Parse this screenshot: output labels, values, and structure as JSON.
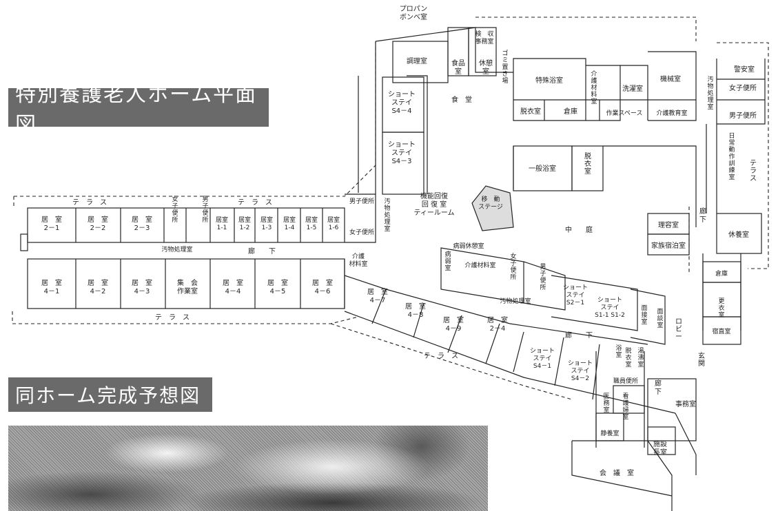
{
  "titles": {
    "plan": "特別養護老人ホーム平面図",
    "rendering": "同ホーム完成予想図"
  },
  "labels": {
    "propane": "プロパン\nボンベ室",
    "inspection": "検　収\n事務室",
    "garbage": "ゴミ置き場",
    "cooking": "調理室",
    "food": "食品\n室",
    "rest": "休憩\n室",
    "special_bath": "特殊浴室",
    "care_material_top": "介護材料室",
    "laundry": "洗濯室",
    "machine": "機械室",
    "guard": "警安室",
    "dressing_top": "脱衣室",
    "storage_top": "倉庫",
    "work_space": "作業スペース",
    "care_education": "介護教育室",
    "soiled_top": "汚物処理室",
    "women_wc_top": "女子便所",
    "men_wc_top": "男子便所",
    "dining": "食　堂",
    "short_s44": "ショート\nステイ\nS4－4",
    "short_s43": "ショート\nステイ\nS4－3",
    "daily_training": "日常動作訓練室",
    "terrace_right": "テラス",
    "general_bath": "一般浴室",
    "dressing_mid": "脱衣室",
    "terrace_top_left": "テ　ラ　ス",
    "terrace_top_mid": "テ　ラ　ス",
    "r2_1": "居　室\n2－1",
    "r2_2": "居　室\n2－2",
    "r2_3": "居　室\n2－3",
    "women_wc_left": "女子便所",
    "men_wc_left": "男子便所",
    "r1_1": "居室\n1-1",
    "r1_2": "居室\n1-2",
    "r1_3": "居室\n1-3",
    "r1_4": "居室\n1-4",
    "r1_5": "居室\n1-5",
    "r1_6": "居室\n1-6",
    "men_wc_center": "男子便所",
    "women_wc_center": "女子便所",
    "soiled_center": "汚物処理室",
    "function_recovery": "機能回復\n回 復 室\nティールーム",
    "moving_stage": "移　動\nステージ",
    "courtyard": "中　　庭",
    "barber": "理容室",
    "family_stay": "家族宿泊室",
    "corridor_right": "廊\n\n下",
    "recreation": "休養室",
    "soiled_left": "汚物処理室",
    "corridor_left": "廊　　下",
    "care_material_left": "介護\n材料室",
    "r4_1": "居　室\n4－1",
    "r4_2": "居　室\n4－2",
    "r4_3": "居　室\n4－3",
    "assembly": "集　会\n作業室",
    "r4_4": "居　室\n4－4",
    "r4_5": "居　室\n4－5",
    "r4_6": "居　室\n4－6",
    "terrace_bottom_left": "テ　ラ　ス",
    "sickroom_rest": "病弱休憩室",
    "sick": "病弱室",
    "care_material_mid": "介護材料室",
    "women_wc_mid": "女子便所",
    "men_wc_mid": "男子便所",
    "soiled_mid": "汚物処理室",
    "short_s21": "ショート\nステイ\nS2－1",
    "short_s1": "ショート\nステイ\nS1-1 S1-2",
    "visiting": "面接室",
    "consult": "面談室",
    "storage_right": "倉庫",
    "changing": "更衣室",
    "duty": "宿直室",
    "r4_7": "居　室\n4－7",
    "r4_8": "居　室\n4－8",
    "r4_9": "居　室\n4－9",
    "r2_4": "居　室\n2－4",
    "corridor_mid": "廊　　下",
    "lobby": "ロビー",
    "entrance": "玄関",
    "terrace_bottom_mid": "テ　ラ　ス",
    "short_s41": "ショート\nステイ\nS4－1",
    "short_s42": "ショート\nステイ\nS4－2",
    "bath_small": "浴室",
    "dressing_small": "脱衣室",
    "shower": "湯沸室",
    "staff_wc": "職員便所",
    "medical": "医務室",
    "nurse": "看護婦室",
    "quiet": "静養室",
    "corridor_low": "廊\n\n下",
    "office": "事務室",
    "director": "施設\n長室",
    "meeting": "会　議　室"
  }
}
